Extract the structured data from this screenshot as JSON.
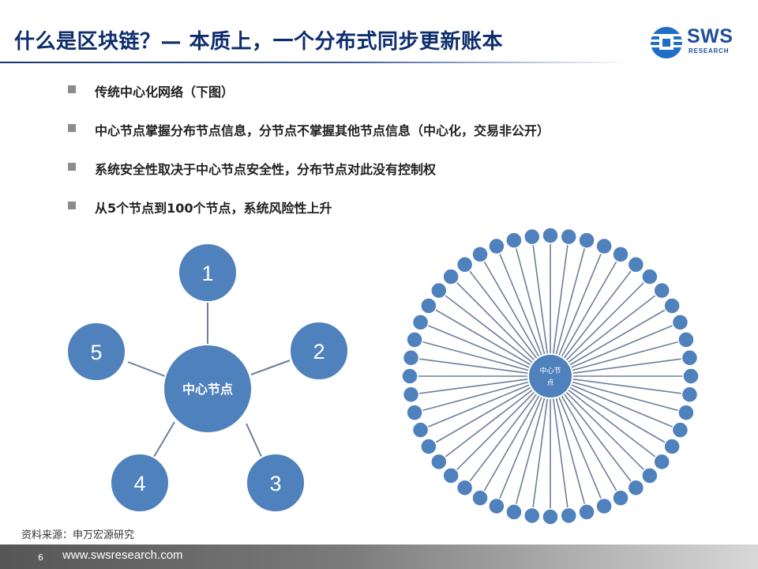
{
  "title": "什么是区块链？— 本质上，一个分布式同步更新账本",
  "logo": {
    "name": "SWS",
    "sub": "RESEARCH"
  },
  "bullets": [
    "传统中心化网络（下图）",
    "中心节点掌握分布节点信息，分节点不掌握其他节点信息（中心化，交易非公开）",
    "系统安全性取决于中心节点安全性，分布节点对此没有控制权",
    "从5个节点到100个节点，系统风险性上升"
  ],
  "small_network": {
    "center_label": "中心节点",
    "node_labels": [
      "1",
      "2",
      "3",
      "4",
      "5"
    ]
  },
  "large_network": {
    "center_label_line1": "中心节",
    "center_label_line2": "点",
    "node_count": 48
  },
  "source": "资料来源：申万宏源研究",
  "footer": {
    "page": "6",
    "url": "www.swsresearch.com"
  },
  "colors": {
    "node_fill": "#4f81bd",
    "node_stroke": "#ffffff",
    "spoke": "#6d7f99",
    "title": "#0d2d6c",
    "brand": "#1f4e9c"
  }
}
